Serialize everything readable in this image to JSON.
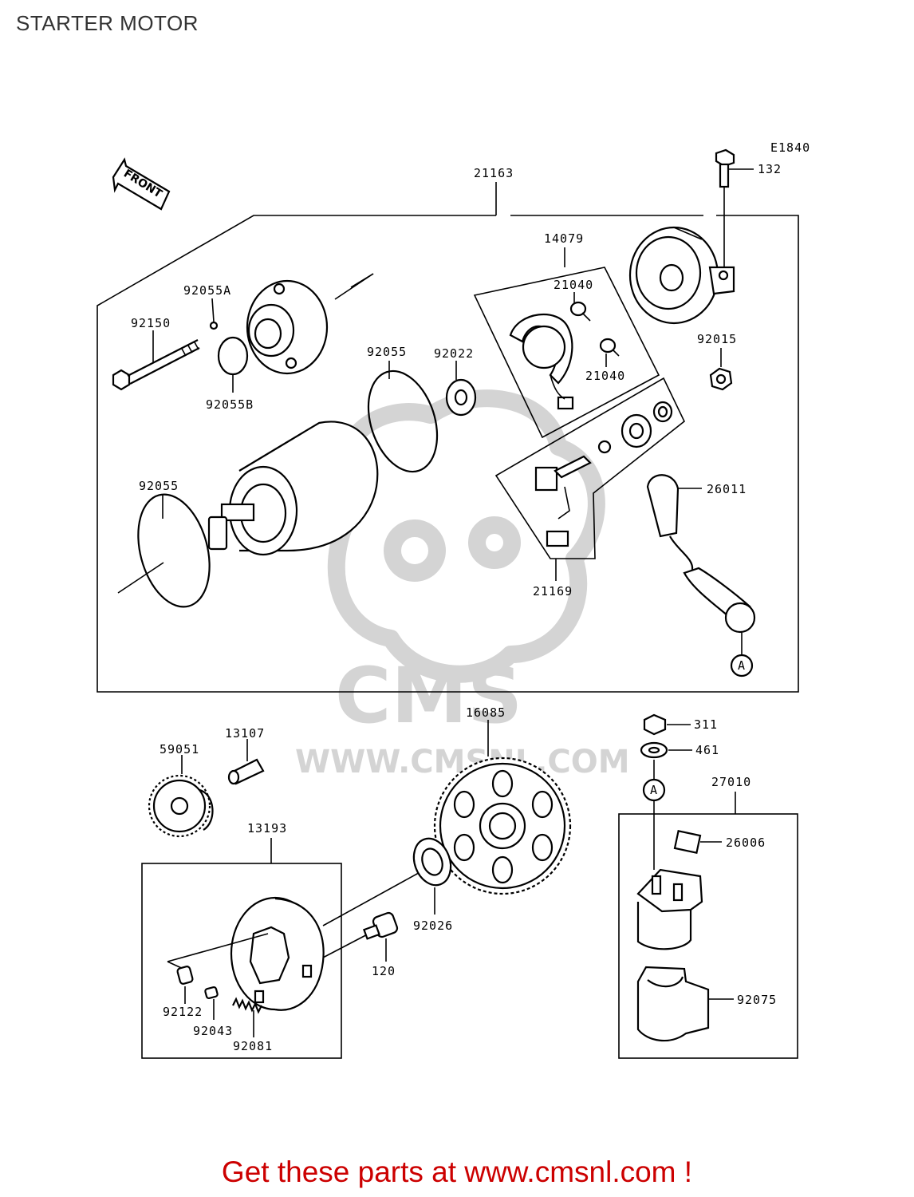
{
  "page": {
    "title": "STARTER MOTOR",
    "diagram_code": "E1840",
    "front_arrow_label": "FRONT",
    "connector_marker": "A"
  },
  "watermark": {
    "brand": "CMS",
    "url": "WWW.CMSNL.COM"
  },
  "footer": {
    "text": "Get these parts at www.cmsnl.com !"
  },
  "parts": {
    "p21163": "21163",
    "p132": "132",
    "p14079": "14079",
    "p21040a": "21040",
    "p21040b": "21040",
    "p92055A": "92055A",
    "p92150": "92150",
    "p92055B": "92055B",
    "p92055a": "92055",
    "p92022": "92022",
    "p92015": "92015",
    "p92055b": "92055",
    "p26011": "26011",
    "p21169": "21169",
    "p16085": "16085",
    "p13107": "13107",
    "p59051": "59051",
    "p311": "311",
    "p461": "461",
    "p27010": "27010",
    "p13193": "13193",
    "p26006": "26006",
    "p92026": "92026",
    "p120": "120",
    "p92122": "92122",
    "p92043": "92043",
    "p92081": "92081",
    "p92075": "92075"
  }
}
